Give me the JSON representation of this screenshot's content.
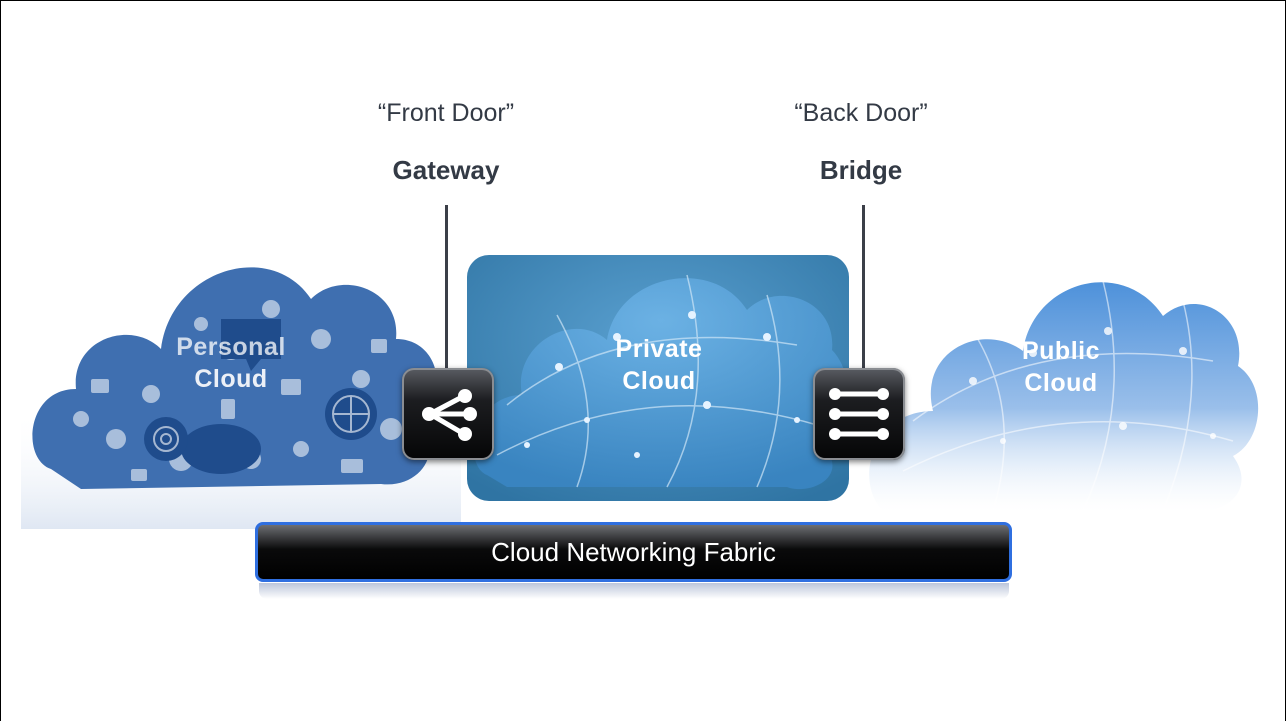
{
  "front": {
    "quote": "“Front Door”",
    "name": "Gateway"
  },
  "back": {
    "quote": "“Back Door”",
    "name": "Bridge"
  },
  "clouds": {
    "personal": [
      "Personal",
      "Cloud"
    ],
    "private": [
      "Private",
      "Cloud"
    ],
    "public": [
      "Public",
      "Cloud"
    ]
  },
  "fabric": {
    "label": "Cloud Networking Fabric"
  },
  "colors": {
    "text_dark": "#333a45",
    "private_bg": "#3d82ad",
    "fabric_border": "#2f6fe0",
    "personal_icons": "#2e5a9e"
  },
  "icons": {
    "gateway": "share-network-icon",
    "bridge": "bridge-lines-icon"
  }
}
